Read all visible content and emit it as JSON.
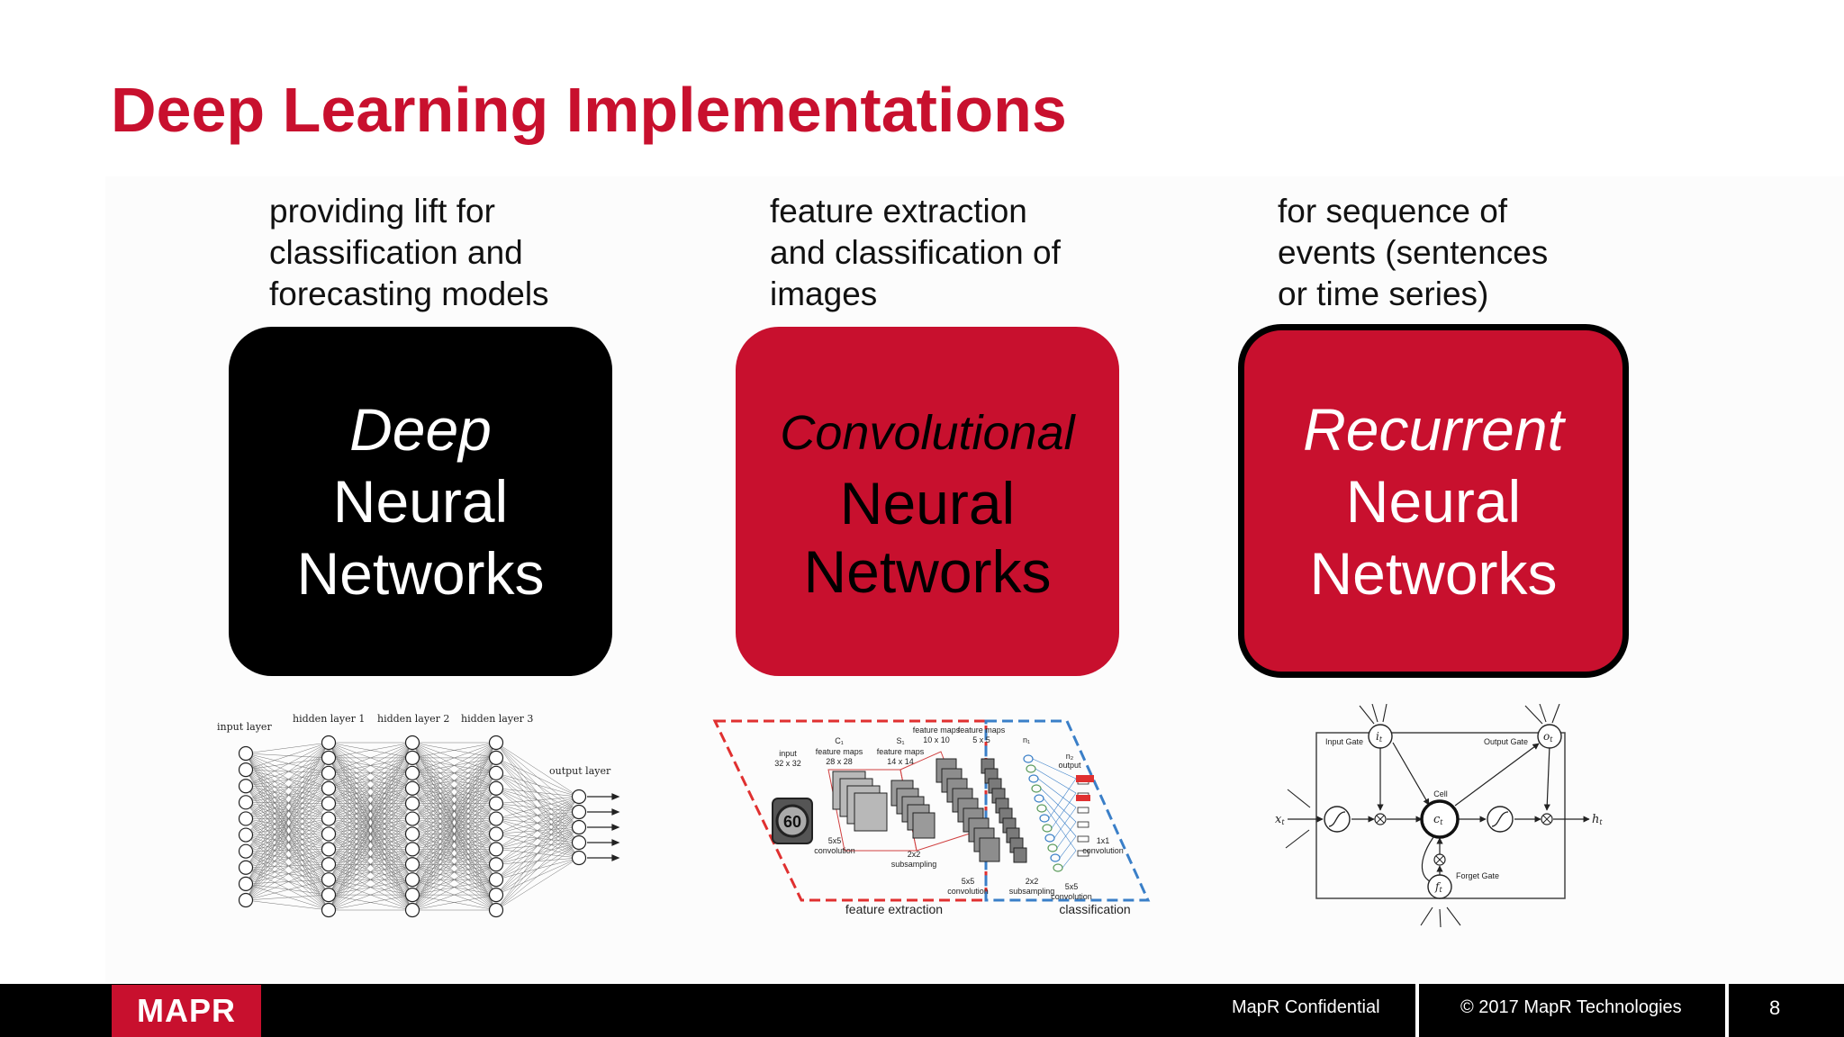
{
  "slide": {
    "title": "Deep Learning Implementations"
  },
  "columns": [
    {
      "caption": [
        "providing lift for",
        "classification and",
        "forecasting models"
      ],
      "box": {
        "line_a": "Deep",
        "line_b": "Neural",
        "line_c": "Networks",
        "color": "#000000"
      },
      "diagram": {
        "input_label": "input layer",
        "hidden1_label": "hidden layer 1",
        "hidden2_label": "hidden layer 2",
        "hidden3_label": "hidden layer 3",
        "output_label": "output layer"
      }
    },
    {
      "caption": [
        "feature extraction",
        "and classification of",
        "images"
      ],
      "box": {
        "line_a": "Convolutional",
        "line_b": "Neural",
        "line_c": "Networks",
        "color": "#c8102e"
      },
      "diagram": {
        "input_label": "input",
        "input_size": "32 x 32",
        "c1": "C₁",
        "c1_label": "feature maps",
        "c1_size": "28 x 28",
        "s1": "S₁",
        "s1_label": "feature maps",
        "s1_size": "14 x 14",
        "c2_label": "feature maps",
        "c2_size": "10 x 10",
        "s2_label": "feature maps",
        "s2_size": "5 x 5",
        "n1": "n₁",
        "n2": "n₂",
        "output_label": "output",
        "conv1": "5x5",
        "conv1_b": "convolution",
        "sub1": "2x2",
        "sub1_b": "subsampling",
        "conv2": "5x5",
        "conv2_b": "convolution",
        "sub2": "2x2",
        "sub2_b": "subsampling",
        "conv3": "5x5",
        "conv3_b": "convolution",
        "conv4": "1x1",
        "conv4_b": "convolution",
        "sign_text": "60",
        "feature_extraction": "feature extraction",
        "classification": "classification"
      }
    },
    {
      "caption": [
        "for sequence of",
        "events (sentences",
        "or time series)"
      ],
      "box": {
        "line_a": "Recurrent",
        "line_b": "Neural",
        "line_c": "Networks",
        "color": "#c8102e"
      },
      "diagram": {
        "input_gate": "Input Gate",
        "output_gate": "Output Gate",
        "cell": "Cell",
        "forget_gate": "Forget Gate",
        "i_t": "i",
        "o_t": "o",
        "c_t": "c",
        "f_t": "f",
        "x_t": "x",
        "h_t": "h",
        "sub_t": "t"
      }
    }
  ],
  "footer": {
    "logo": "MAPR",
    "confidential": "MapR Confidential",
    "copyright": "© 2017 MapR Technologies",
    "page": "8"
  },
  "colors": {
    "brand_red": "#c8102e",
    "black": "#000000"
  }
}
